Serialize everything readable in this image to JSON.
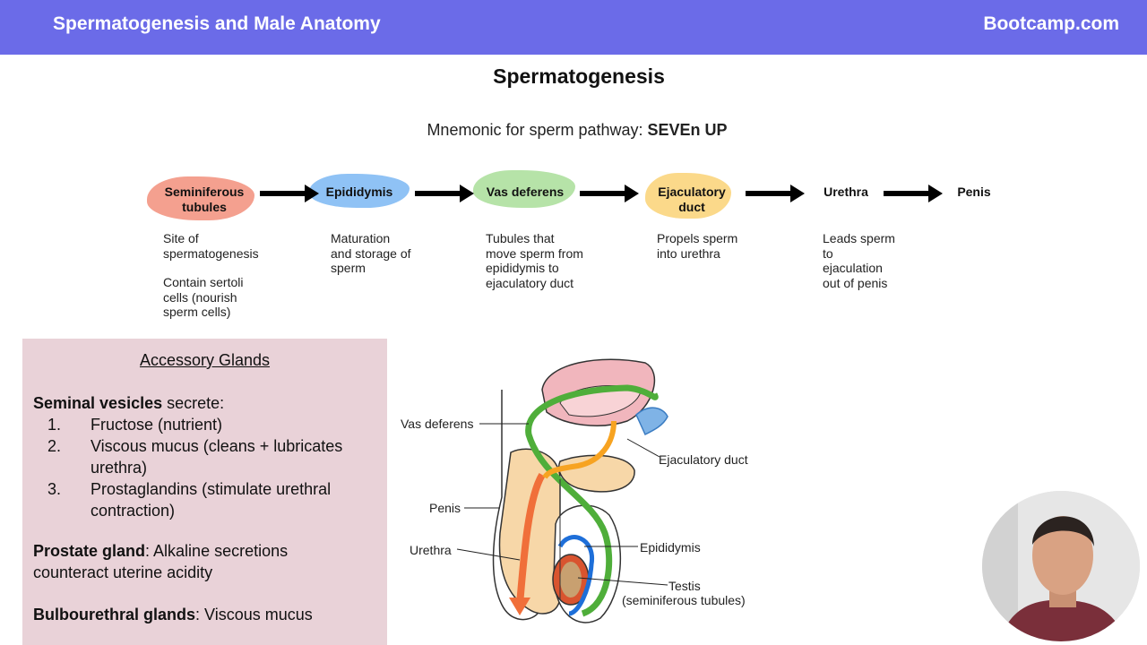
{
  "header": {
    "title": "Spermatogenesis and Male Anatomy",
    "site": "Bootcamp.com"
  },
  "slide": {
    "title": "Spermatogenesis",
    "mnemonic_prefix": "Mnemonic for sperm pathway: ",
    "mnemonic_bold": "SEVEn UP"
  },
  "pathway": [
    {
      "label_line1": "Seminiferous",
      "label_line2": "tubules",
      "color": "#f4a08f",
      "desc": [
        "Site of spermatogenesis",
        "Contain sertoli cells (nourish sperm cells)"
      ]
    },
    {
      "label_line1": "Epididymis",
      "label_line2": "",
      "color": "#8fc2f5",
      "desc": [
        "Maturation and storage of sperm"
      ]
    },
    {
      "label_line1": "Vas deferens",
      "label_line2": "",
      "color": "#b6e3a8",
      "desc": [
        "Tubules that move sperm from epididymis to ejaculatory duct"
      ]
    },
    {
      "label_line1": "Ejaculatory",
      "label_line2": "duct",
      "color": "#fbd98a",
      "desc": [
        "Propels sperm into urethra"
      ]
    },
    {
      "label_line1": "Urethra",
      "label_line2": "",
      "color": "",
      "desc": [
        "Leads sperm to ejaculation out of penis"
      ]
    },
    {
      "label_line1": "Penis",
      "label_line2": "",
      "color": "",
      "desc": []
    }
  ],
  "glands": {
    "title": "Accessory Glands",
    "seminal_bold": "Seminal vesicles",
    "seminal_rest": " secrete:",
    "items": [
      {
        "num": "1.",
        "text": "Fructose (nutrient)"
      },
      {
        "num": "2.",
        "text": "Viscous mucus (cleans + lubricates urethra)"
      },
      {
        "num": "3.",
        "text": "Prostaglandins (stimulate urethral contraction)"
      }
    ],
    "prostate_bold": "Prostate gland",
    "prostate_rest": ": Alkaline secretions counteract uterine acidity",
    "bulbo_bold": "Bulbourethral glands",
    "bulbo_rest": ": Viscous mucus"
  },
  "diagram_labels": {
    "vas_deferens": "Vas deferens",
    "ejaculatory_duct": "Ejaculatory duct",
    "penis": "Penis",
    "epididymis": "Epididymis",
    "urethra": "Urethra",
    "testis_line1": "Testis",
    "testis_line2": "(seminiferous tubules)"
  }
}
